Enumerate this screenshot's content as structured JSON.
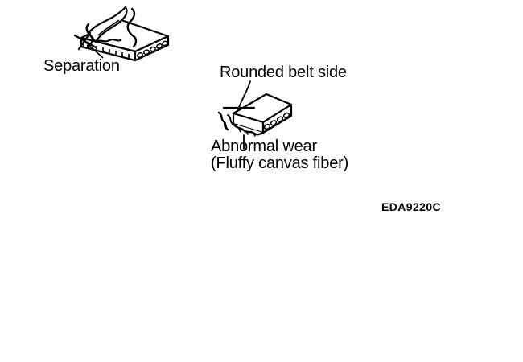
{
  "figure": {
    "code": "EDA9220C",
    "background_color": "#ffffff",
    "line_color": "#000000"
  },
  "labels": {
    "separation": "Separation",
    "rounded_belt_side": "Rounded belt side",
    "abnormal_wear": "Abnormal wear",
    "fluffy_canvas_fiber": "(Fluffy canvas fiber)"
  },
  "illustrations": [
    {
      "name": "belt-separation",
      "caption": "Separation",
      "description": "V-ribbed drive belt segment shown in perspective with the top cover layer peeling away from the belt body, exposing the separation between plies. Cross-section at the right end shows round tension cords.",
      "leader": "cross-hair tick mark on belt upper surface"
    },
    {
      "name": "belt-abnormal-wear",
      "caption": "Abnormal wear (Fluffy canvas fiber)",
      "description": "V-ribbed drive belt segment in perspective with a rounded worn side edge and frayed fluffy canvas fibers along the lower rib surface. Cross-section shows round tension cords.",
      "leader": "curved pointer from Rounded belt side to the rounded edge, straight pointer from Abnormal wear to the frayed underside"
    }
  ]
}
